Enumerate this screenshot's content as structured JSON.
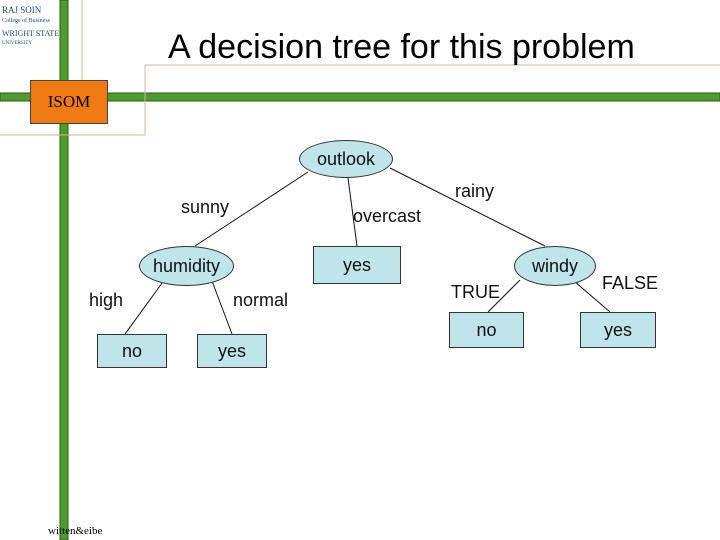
{
  "slide": {
    "title": "A decision tree for this problem",
    "badge": "ISOM",
    "footer": "witten&eibe",
    "logo": {
      "line1": "RAJ SOIN",
      "line2": "College of Business",
      "line3": "WRIGHT STATE",
      "line4": "UNIVERSITY"
    }
  },
  "colors": {
    "frame_green": "#4c9c2e",
    "badge_orange": "#f07a12",
    "node_fill": "#bfe4ea"
  },
  "tree": {
    "nodes": {
      "outlook": "outlook",
      "humidity": "humidity",
      "yes_overcast": "yes",
      "windy": "windy",
      "no_high": "no",
      "yes_normal": "yes",
      "no_true": "no",
      "yes_false": "yes"
    },
    "edges": {
      "sunny": "sunny",
      "overcast": "overcast",
      "rainy": "rainy",
      "high": "high",
      "normal": "normal",
      "true": "TRUE",
      "false": "FALSE"
    }
  }
}
